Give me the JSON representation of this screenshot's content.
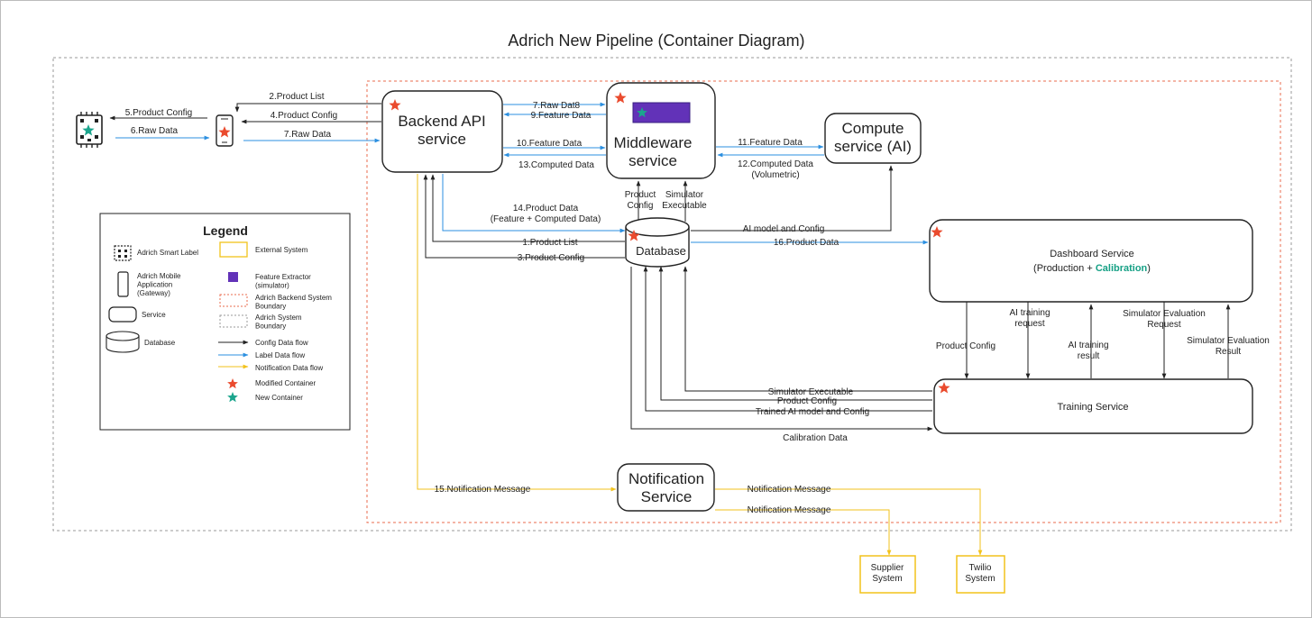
{
  "title": "Adrich New Pipeline (Container Diagram)",
  "colors": {
    "config_flow": "#222222",
    "label_flow": "#2b8fe0",
    "notification_flow": "#f2c21b",
    "modified_star": "#ea4b2e",
    "new_star": "#1ba58d",
    "backend_boundary": "#ea6b4d",
    "system_boundary": "#9a9a9a",
    "feature_extractor": "#6232b8",
    "calibration_text": "#16a085"
  },
  "containers": {
    "backend_api": "Backend API\nservice",
    "middleware": "Middleware\nservice",
    "compute": "Compute\nservice (AI)",
    "database": "Database",
    "dashboard_title": "Dashboard Service",
    "dashboard_sub_prefix": "(Production + ",
    "dashboard_sub_highlight": "Calibration",
    "dashboard_sub_suffix": ")",
    "training": "Training Service",
    "notification": "Notification\nService",
    "supplier": "Supplier\nSystem",
    "twilio": "Twilio\nSystem"
  },
  "flows": {
    "product_config_5": "5.Product Config",
    "raw_data_6": "6.Raw Data",
    "product_list_2": "2.Product List",
    "product_config_4": "4.Product Config",
    "raw_data_7": "7.Raw Data",
    "raw_dat8_7": "7.Raw Dat8",
    "feature_data_9": "9.Feature Data",
    "feature_data_10": "10.Feature Data",
    "computed_data_13": "13.Computed Data",
    "feature_data_11": "11.Feature Data",
    "computed_data_12": "12.Computed Data\n(Volumetric)",
    "mw_product_config": "Product\nConfig",
    "mw_simulator_exec": "Simulator\nExecutable",
    "product_data_14": "14.Product Data\n(Feature + Computed Data)",
    "product_list_1": "1.Product List",
    "product_config_3": "3.Product Config",
    "ai_model_config": "AI model and Config",
    "product_data_16": "16.Product Data",
    "dash_product_config": "Product Config",
    "ai_training_request": "AI training\nrequest",
    "ai_training_result": "AI training\nresult",
    "sim_eval_request": "Simulator Evaluation\nRequest",
    "sim_eval_result": "Simulator Evaluation\nResult",
    "simulator_executable": "Simulator Executable",
    "product_config_train": "Product Config",
    "trained_ai_model": "Trained AI model and Config",
    "calibration_data": "Calibration Data",
    "notification_msg_15": "15.Notification Message",
    "notification_msg_a": "Notification Message",
    "notification_msg_b": "Notification Message"
  },
  "legend": {
    "title": "Legend",
    "smart_label": "Adrich Smart Label",
    "mobile_app": "Adrich Mobile\nApplication\n(Gateway)",
    "service": "Service",
    "database": "Database",
    "external_system": "External System",
    "feature_extractor": "Feature Extractor\n(simulator)",
    "backend_boundary": "Adrich Backend System\nBoundary",
    "system_boundary": "Adrich System\nBoundary",
    "config_flow": "Config Data flow",
    "label_flow": "Label Data flow",
    "notification_flow": "Notification Data flow",
    "modified_container": "Modified Container",
    "new_container": "New Container"
  }
}
